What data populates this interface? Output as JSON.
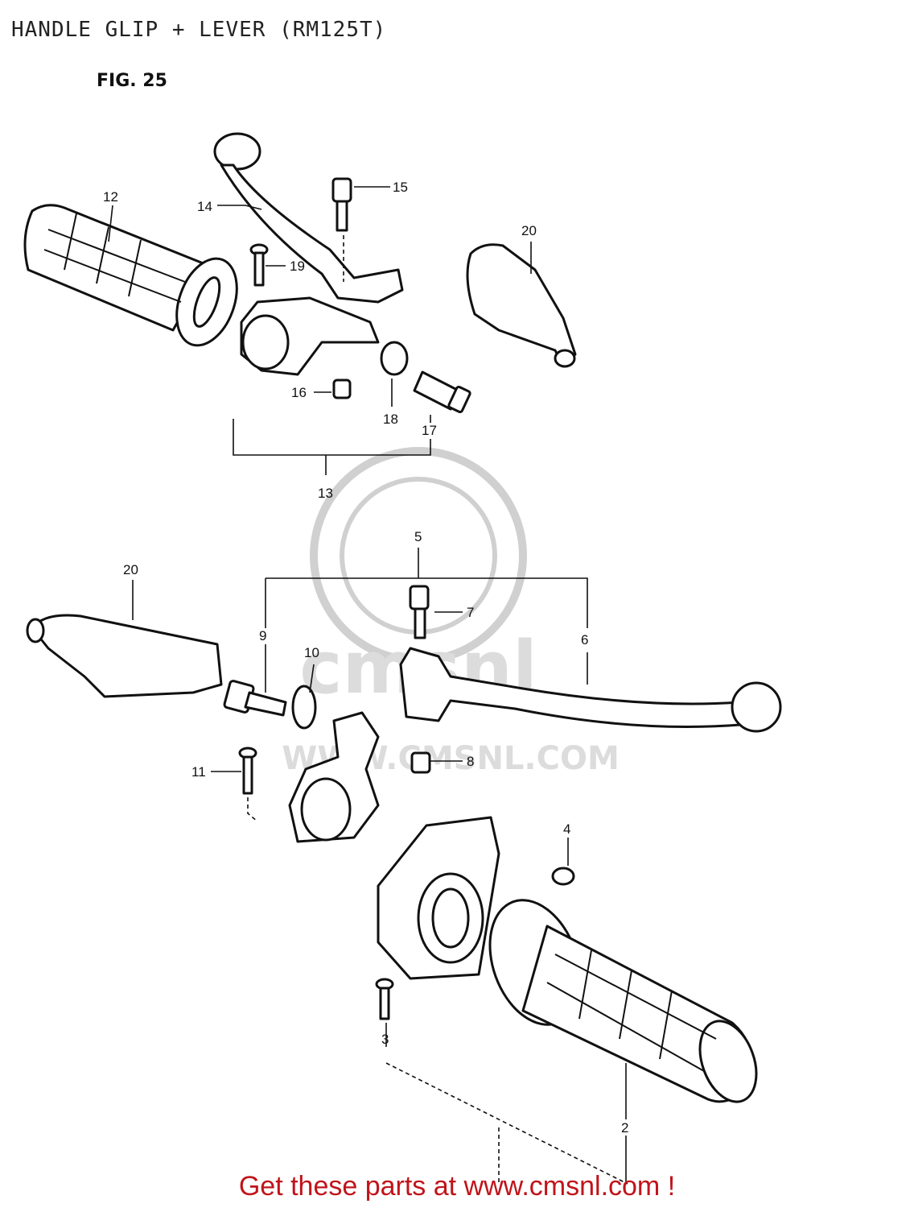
{
  "header": {
    "title": "HANDLE GLIP + LEVER (RM125T)",
    "figure": "FIG. 25"
  },
  "watermark": {
    "brand": "cmsnl",
    "url": "WWW.CMSNL.COM"
  },
  "callouts": {
    "p2": "2",
    "p3": "3",
    "p4": "4",
    "p5": "5",
    "p6": "6",
    "p7": "7",
    "p8": "8",
    "p9": "9",
    "p10": "10",
    "p11": "11",
    "p12": "12",
    "p13": "13",
    "p14": "14",
    "p15": "15",
    "p16": "16",
    "p17": "17",
    "p18": "18",
    "p19": "19",
    "p20a": "20",
    "p20b": "20"
  },
  "footer": {
    "text": "Get these parts at www.cmsnl.com !"
  },
  "colors": {
    "line": "#111111",
    "footer_text": "#c0141a",
    "watermark": "#d0d0d0"
  }
}
